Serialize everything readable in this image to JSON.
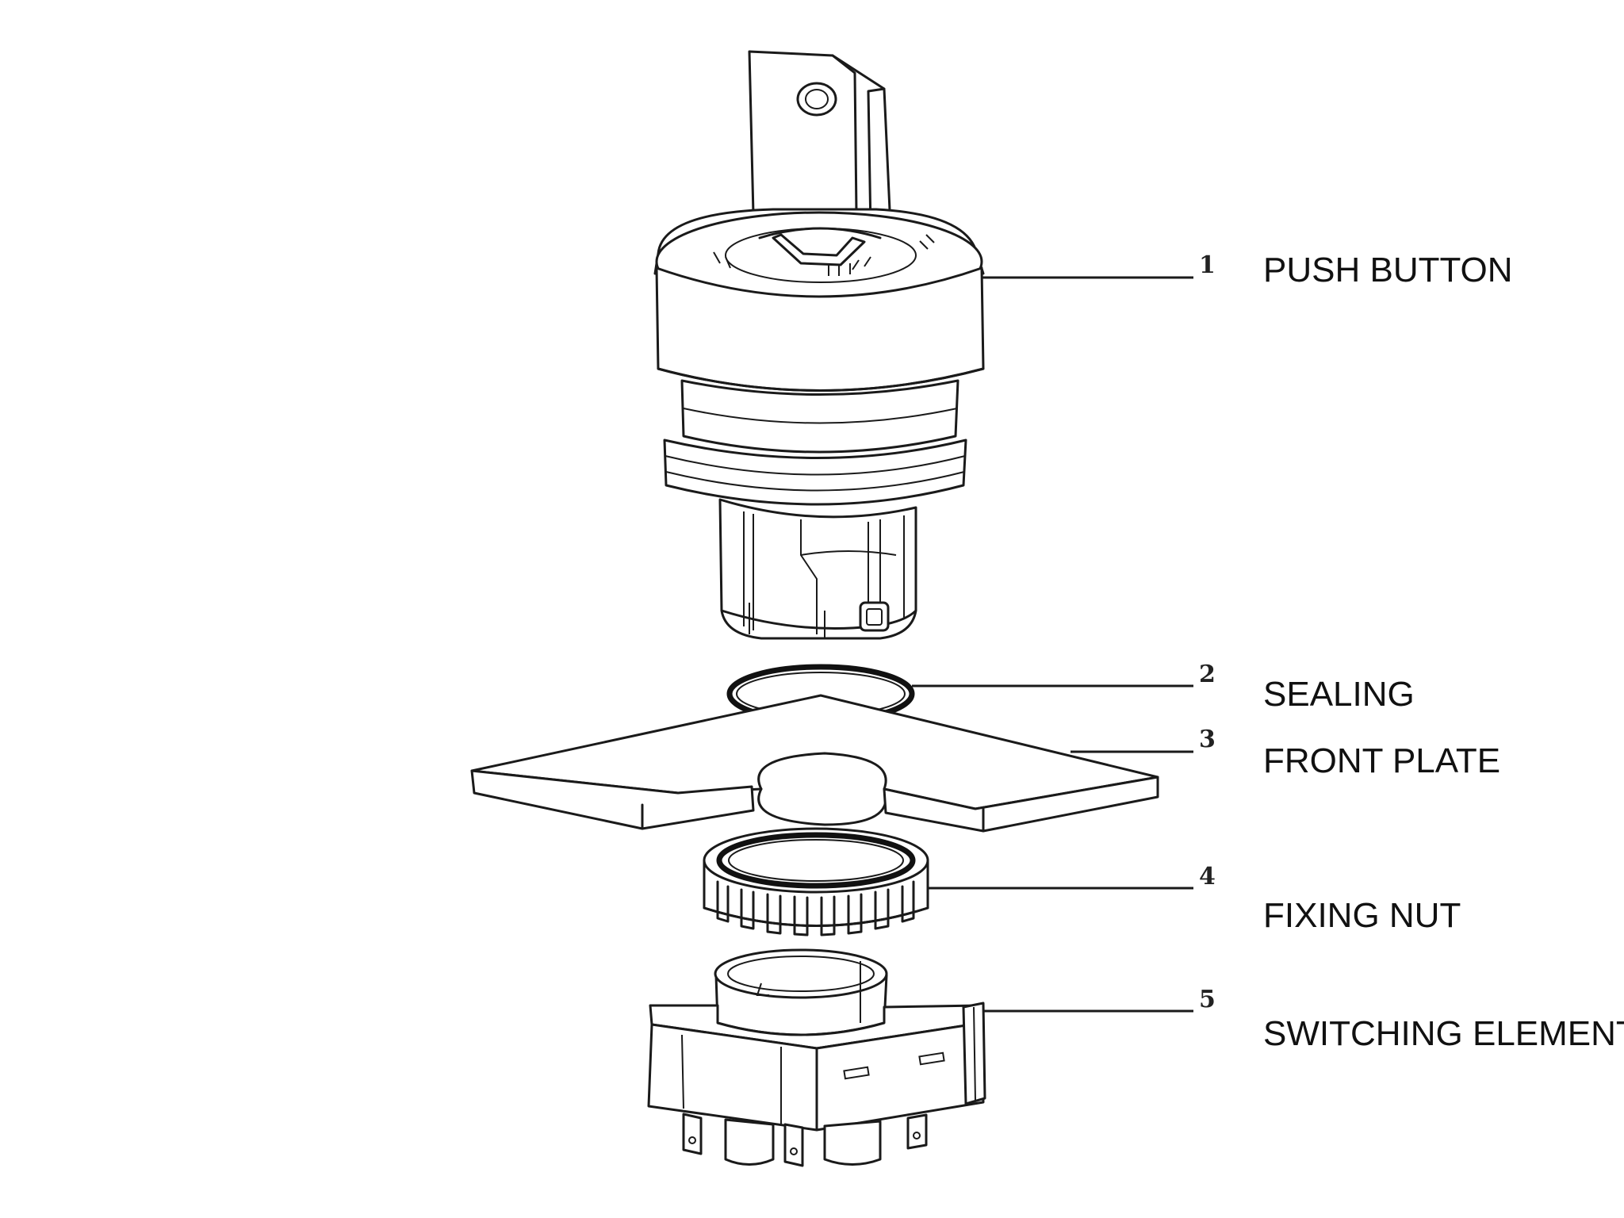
{
  "parts": [
    {
      "number": "1",
      "label": "PUSH BUTTON"
    },
    {
      "number": "2",
      "label": "SEALING"
    },
    {
      "number": "3",
      "label": "FRONT PLATE"
    },
    {
      "number": "4",
      "label": "FIXING NUT"
    },
    {
      "number": "5",
      "label": "SWITCHING ELEMENT"
    }
  ],
  "colors": {
    "line": "#1a1a1a",
    "background": "#ffffff"
  }
}
